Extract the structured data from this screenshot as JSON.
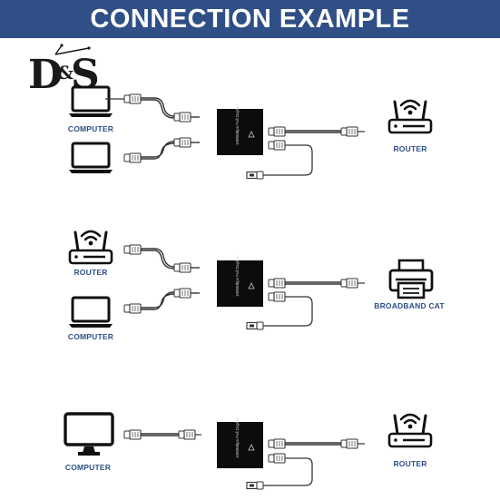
{
  "header": {
    "title": "CONNECTION EXAMPLE",
    "background": "#2f4f86"
  },
  "logo": {
    "left": "D",
    "amp": "&",
    "right": "S"
  },
  "device_text": "1000Mbps Full Duplex",
  "label_color": "#2f4f86",
  "rows": [
    {
      "left_devices": [
        {
          "icon": "laptop-icon",
          "label": "COMPUTER"
        },
        {
          "icon": "laptop-icon",
          "label": ""
        }
      ],
      "right_device": {
        "icon": "router-icon",
        "label": "ROUTER"
      }
    },
    {
      "left_devices": [
        {
          "icon": "router-icon",
          "label": "ROUTER"
        },
        {
          "icon": "laptop-icon",
          "label": "COMPUTER"
        }
      ],
      "right_device": {
        "icon": "printer-icon",
        "label": "BROADBAND CAT"
      }
    },
    {
      "left_devices": [
        {
          "icon": "monitor-icon",
          "label": "COMPUTER"
        }
      ],
      "right_device": {
        "icon": "router-icon",
        "label": "ROUTER"
      }
    }
  ]
}
